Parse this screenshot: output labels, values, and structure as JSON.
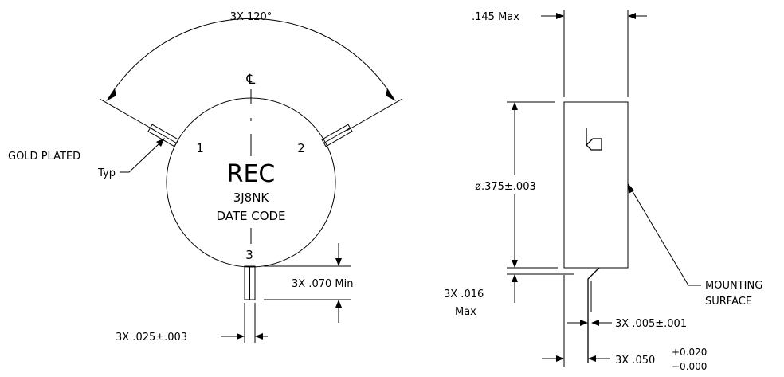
{
  "left_view": {
    "angle_dim": "3X 120°",
    "centerline_symbol": "℄",
    "pin_callout_line1": "GOLD PLATED",
    "pin_callout_line2": "Typ",
    "pin1": "1",
    "pin2": "2",
    "pin3": "3",
    "brand": "REC",
    "part_number": "3J8NK",
    "date_code": "DATE CODE",
    "pin_length_dim": "3X .070 Min",
    "pin_width_dim": "3X .025±.003"
  },
  "right_view": {
    "thickness_dim": ".145 Max",
    "diameter_dim": "ø.375±.003",
    "standoff_dim_line1": "3X .016",
    "standoff_dim_line2": "Max",
    "mounting_line1": "MOUNTING",
    "mounting_line2": "SURFACE",
    "lead_thickness_dim": "3X .005±.001",
    "lead_pitch_dim": "3X .050",
    "lead_tol_plus": "+0.020",
    "lead_tol_minus": "−0.000"
  }
}
